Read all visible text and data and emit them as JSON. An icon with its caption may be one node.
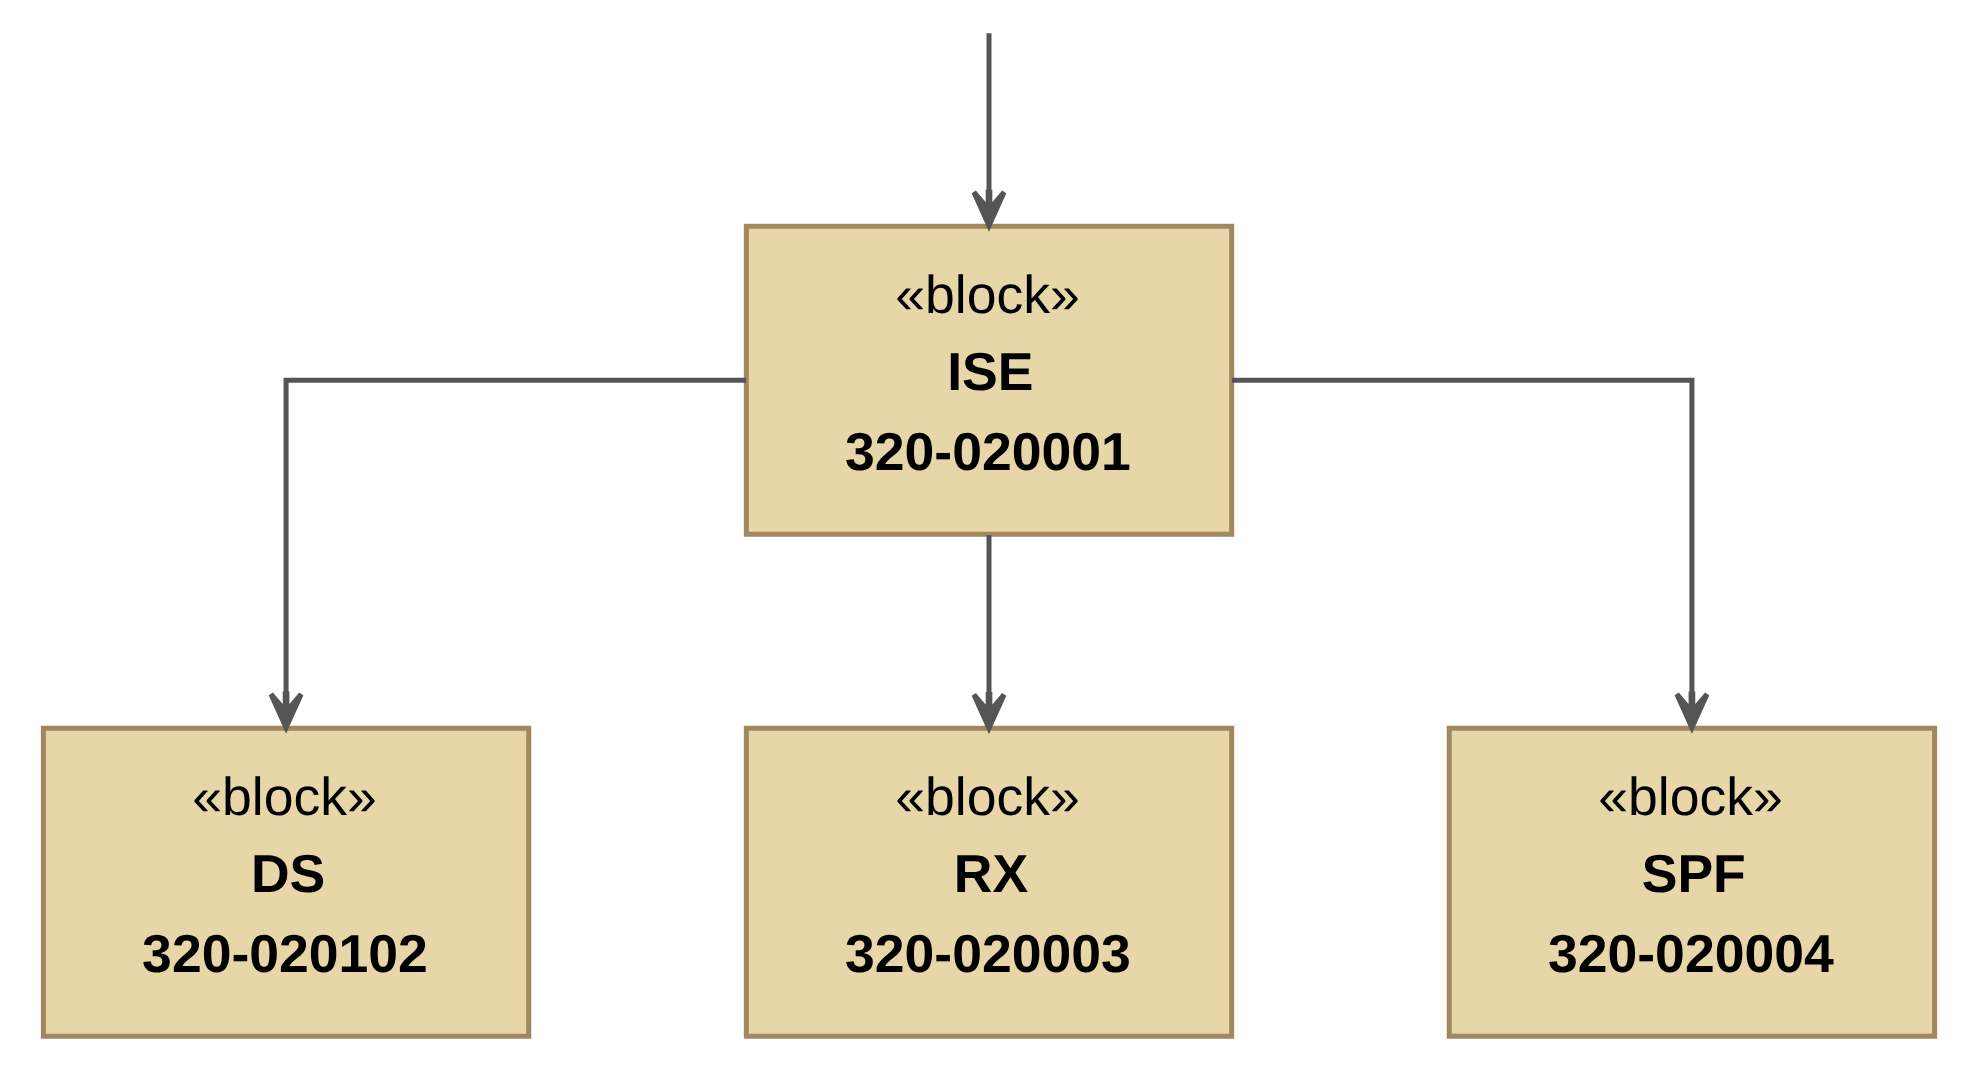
{
  "diagram": {
    "nodes": [
      {
        "text": [
          "«block»",
          "ISE",
          "320-020001"
        ]
      },
      {
        "text": [
          "«block»",
          "DS",
          "320-020102"
        ]
      },
      {
        "text": [
          "«block»",
          "RX",
          "320-020003"
        ]
      },
      {
        "text": [
          "«block»",
          "SPF",
          "320-020004"
        ]
      }
    ],
    "edges": [
      {
        "from": null,
        "to": 0,
        "arrow": "to"
      },
      {
        "from": 0,
        "to": 1,
        "arrow": "to"
      },
      {
        "from": 0,
        "to": 2,
        "arrow": "to"
      },
      {
        "from": 0,
        "to": 3,
        "arrow": "to"
      }
    ]
  }
}
